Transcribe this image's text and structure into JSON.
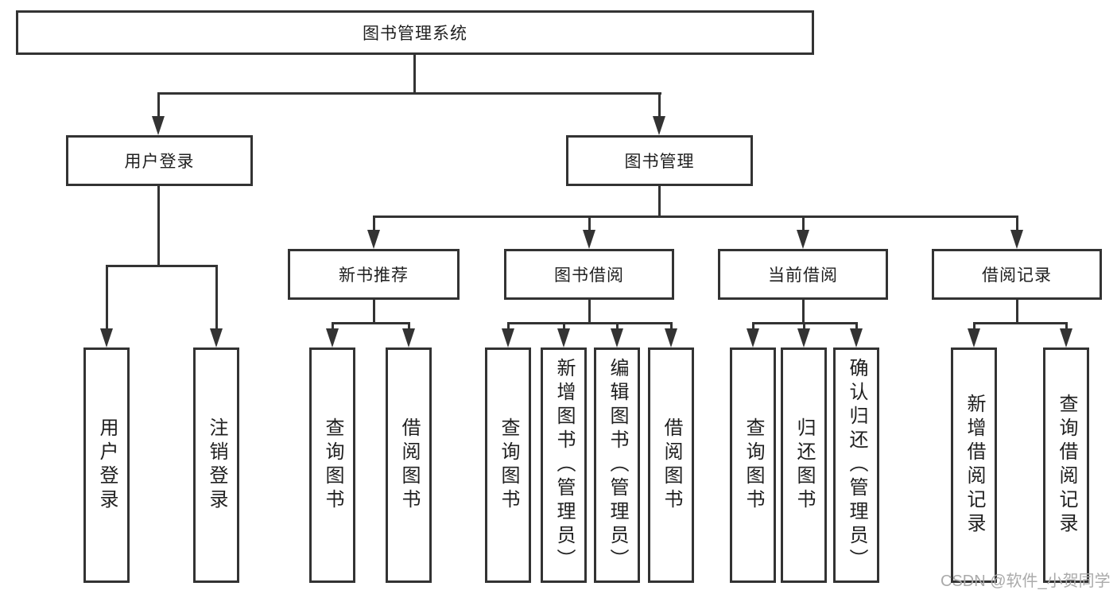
{
  "tree": {
    "root": {
      "label": "图书管理系统"
    },
    "children": [
      {
        "label": "用户登录",
        "children": [
          {
            "label": "用户登录"
          },
          {
            "label": "注销登录"
          }
        ]
      },
      {
        "label": "图书管理",
        "children": [
          {
            "label": "新书推荐",
            "children": [
              {
                "label": "查询图书"
              },
              {
                "label": "借阅图书"
              }
            ]
          },
          {
            "label": "图书借阅",
            "children": [
              {
                "label": "查询图书"
              },
              {
                "label": "新增图书（管理员）"
              },
              {
                "label": "编辑图书（管理员）"
              },
              {
                "label": "借阅图书"
              }
            ]
          },
          {
            "label": "当前借阅",
            "children": [
              {
                "label": "查询图书"
              },
              {
                "label": "归还图书"
              },
              {
                "label": "确认归还（管理员）"
              }
            ]
          },
          {
            "label": "借阅记录",
            "children": [
              {
                "label": "新增借阅记录"
              },
              {
                "label": "查询借阅记录"
              }
            ]
          }
        ]
      }
    ]
  },
  "watermark": "CSDN @软件_小贺同学",
  "colors": {
    "line": "#333333",
    "text": "#1f1f1f",
    "watermark": "#aaaaaa",
    "background": "#ffffff"
  }
}
